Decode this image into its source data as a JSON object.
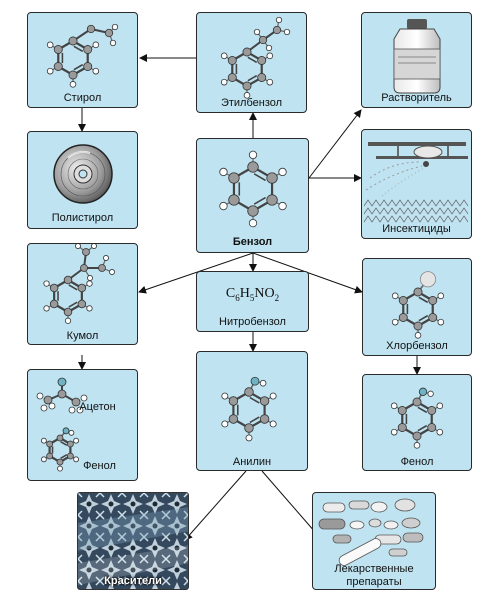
{
  "colors": {
    "box_fill": "#bfe3f1",
    "atom_carbon": "#9a9a9a",
    "atom_hydrogen": "#ffffff",
    "atom_nitrogen": "#6fb3c4",
    "arrow": "#111111"
  },
  "nodes": {
    "styrene": "Стирол",
    "ethylbenzene": "Этилбензол",
    "solvent": "Растворитель",
    "polystyrene": "Полистирол",
    "benzene": "Бензол",
    "insecticides": "Инсектициды",
    "cumene": "Кумол",
    "nitrobenzene_formula": {
      "c": "C",
      "c_n": "6",
      "h": "H",
      "h_n": "5",
      "rest": "NO",
      "o_n": "2"
    },
    "nitrobenzene": "Нитробензол",
    "chlorobenzene": "Хлорбензол",
    "acetone": "Ацетон",
    "phenol_left": "Фенол",
    "aniline": "Анилин",
    "phenol_right": "Фенол",
    "dyes": "Красители",
    "drugs_line1": "Лекарственные",
    "drugs_line2": "препараты"
  },
  "icons": [
    "benzene-molecule-icon",
    "cd-disc-icon",
    "bottle-icon",
    "crop-duster-plane-icon",
    "pills-icon"
  ]
}
